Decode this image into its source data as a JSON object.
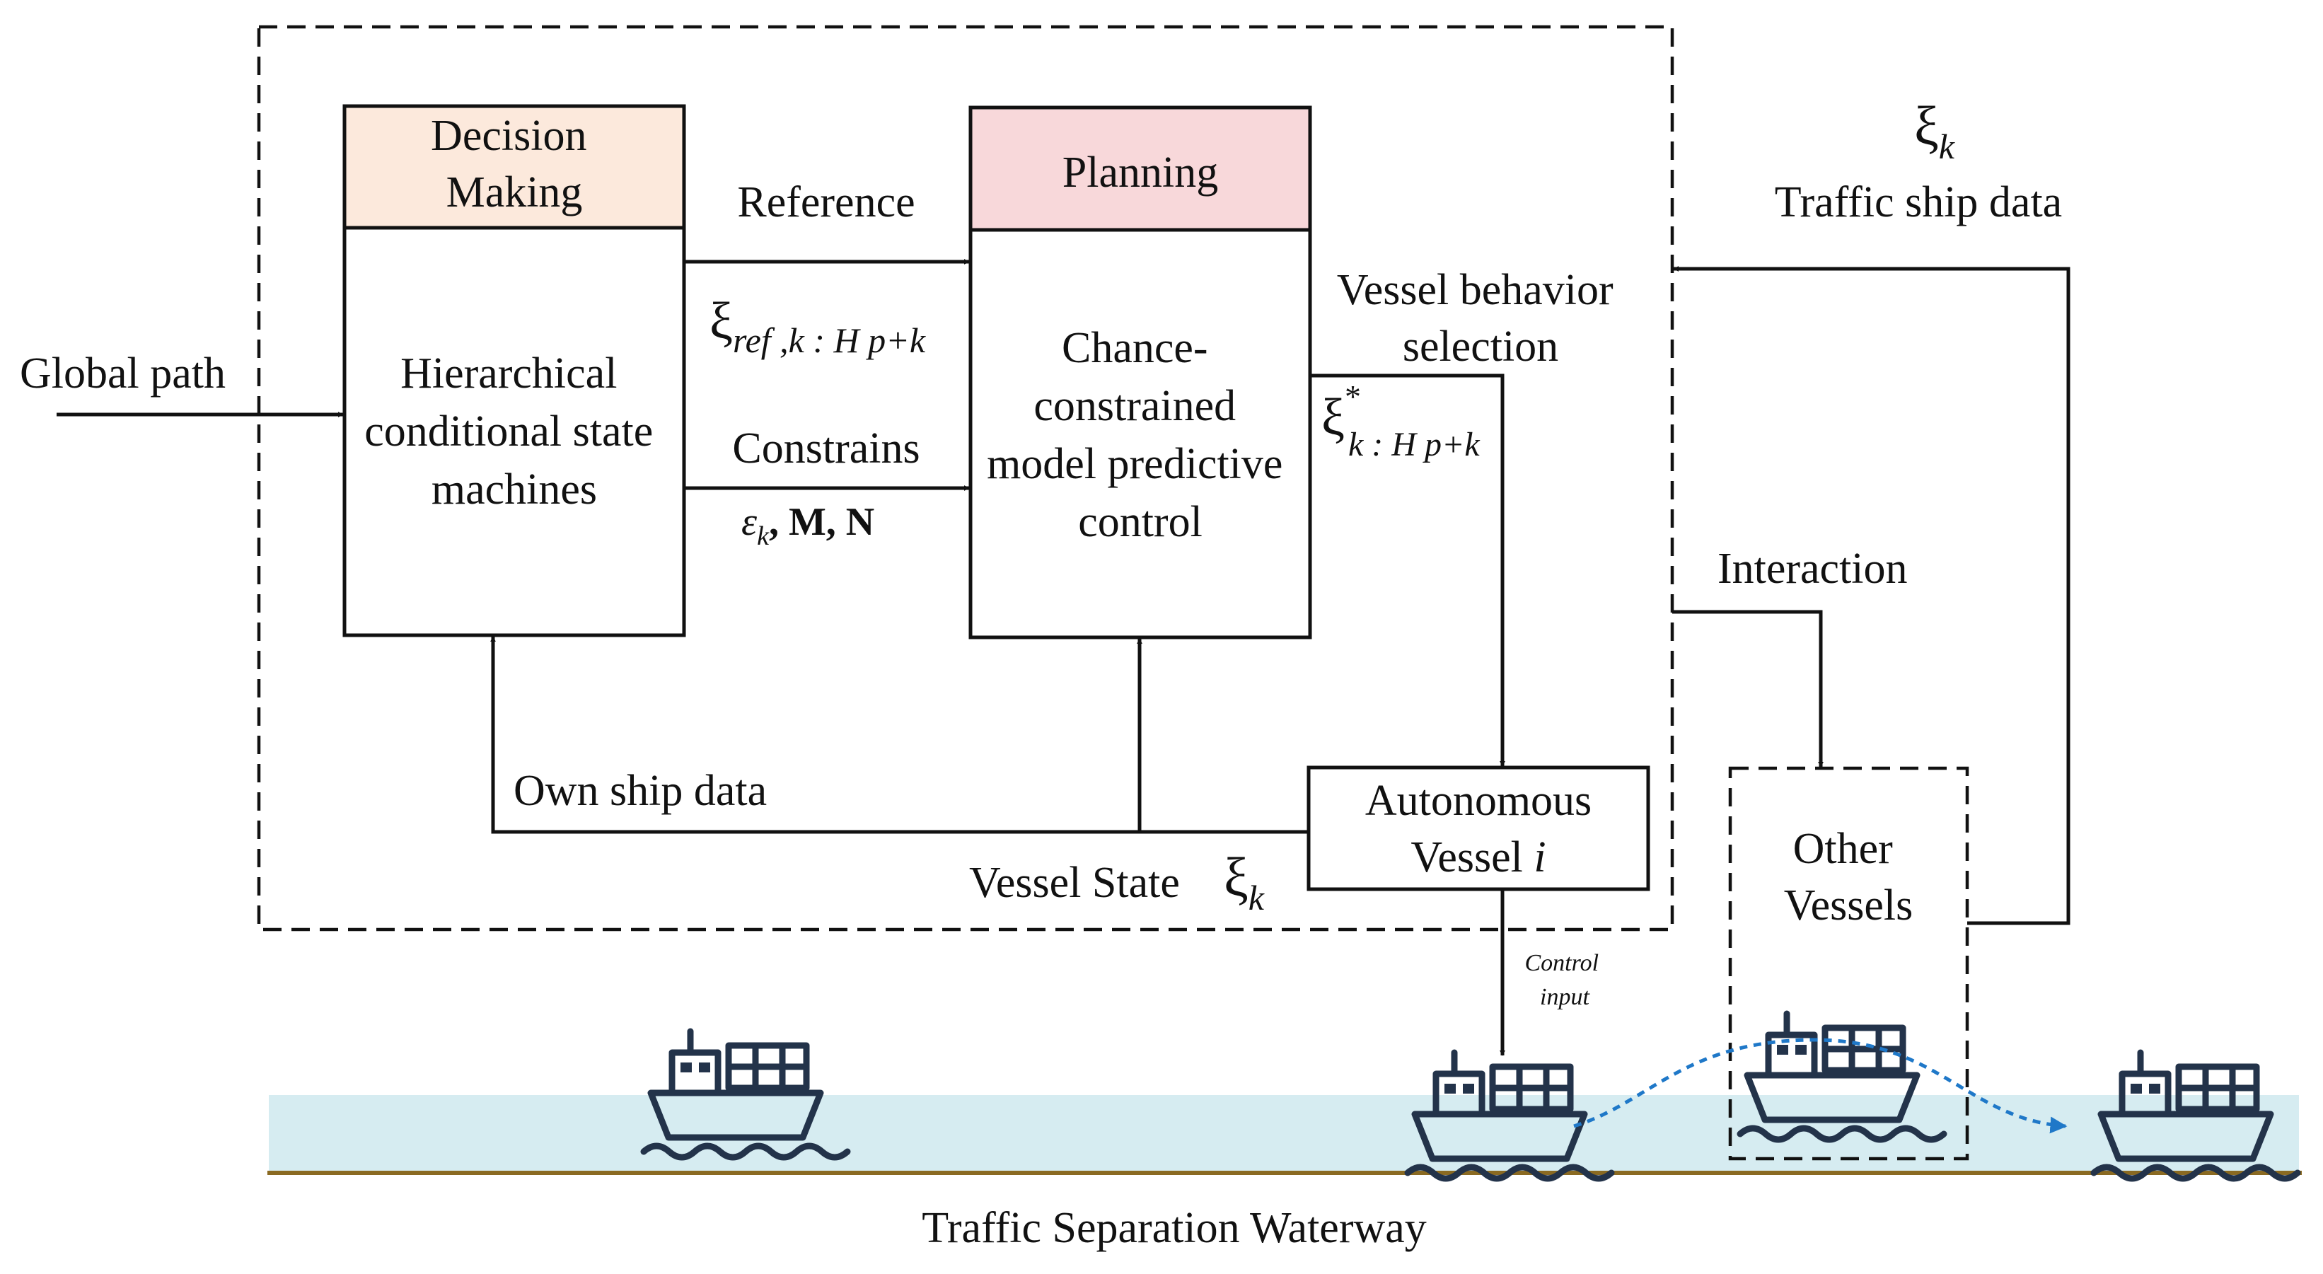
{
  "colors": {
    "decision_header": "#fce9dc",
    "planning_header": "#f8d8da",
    "water": "#d6ecf1",
    "shore": "#8a6a22",
    "trajectory": "#1f78c8",
    "ship": "#23334a"
  },
  "blocks": {
    "decision": {
      "header": [
        "Decision",
        "Making"
      ],
      "body": [
        "Hierarchical",
        "conditional state",
        "machines"
      ]
    },
    "planning": {
      "header": "Planning",
      "body": [
        "Chance-",
        "constrained",
        "model predictive",
        "control"
      ]
    },
    "autonomous": {
      "line1": "Autonomous",
      "line2_text": "Vessel ",
      "line2_var": "i"
    },
    "others": {
      "line1": "Other",
      "line2": "Vessels"
    }
  },
  "labels": {
    "global_path": "Global path",
    "reference": "Reference",
    "xi_ref": {
      "base": "ξ",
      "sub": "ref ,k : H p+k"
    },
    "constrains": "Constrains",
    "eps": {
      "base": "ε",
      "sub": "k",
      "rest": ", M, N"
    },
    "vessel_behavior_1": "Vessel behavior",
    "vessel_behavior_2": "selection",
    "xi_star": {
      "base": "ξ",
      "sup": "*",
      "sub": "k : H p+k"
    },
    "own_ship_data": "Own ship data",
    "vessel_state": "Vessel State",
    "xi_k": {
      "base": "ξ",
      "sub": "k"
    },
    "traffic_ship_data": "Traffic ship data",
    "interaction": "Interaction",
    "control_input_1": "Control",
    "control_input_2": "input",
    "waterway": "Traffic Separation Waterway"
  },
  "icons": [
    "cargo-ship-icon",
    "arrow-head-icon"
  ]
}
